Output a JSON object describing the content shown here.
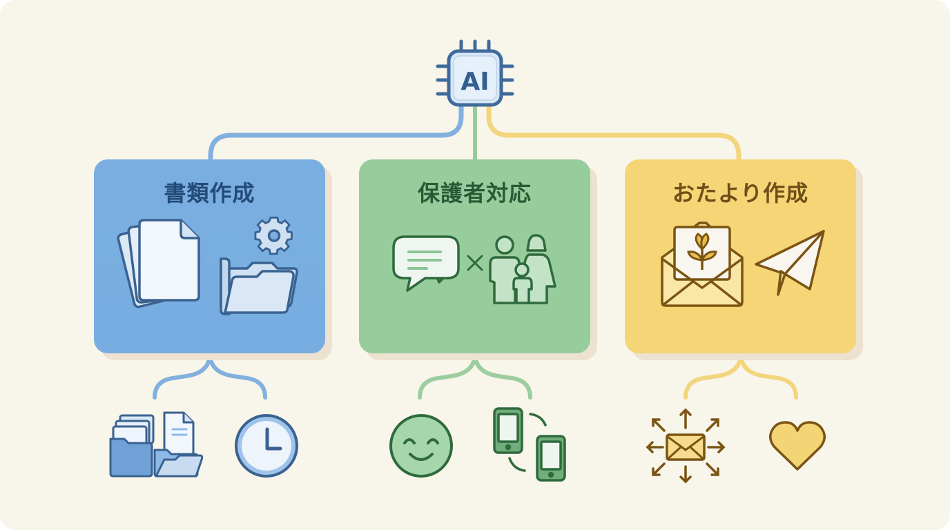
{
  "diagram": {
    "center": {
      "label": "AI",
      "icon": "ai-chip-icon"
    },
    "branches": [
      {
        "title": "書類作成",
        "color": "#7aaee0",
        "text_color": "#234b78",
        "main_icons": [
          "document-stack-icon",
          "folder-gear-icon"
        ],
        "sub_icons": [
          "file-folders-icon",
          "clock-icon"
        ]
      },
      {
        "title": "保護者対応",
        "color": "#97cc9c",
        "text_color": "#2a5a35",
        "main_icons": [
          "chat-bubble-icon",
          "times-icon",
          "family-icon"
        ],
        "main_connector": "×",
        "sub_icons": [
          "smile-face-icon",
          "phone-sync-icon"
        ]
      },
      {
        "title": "おたより作成",
        "color": "#f5d576",
        "text_color": "#6e4f17",
        "main_icons": [
          "envelope-letter-icon",
          "paper-plane-icon"
        ],
        "sub_icons": [
          "mail-broadcast-icon",
          "heart-icon"
        ]
      }
    ],
    "colors": {
      "background": "#f8f5ea",
      "chip_stroke": "#3f6b9c",
      "chip_fill": "#d8e7f6"
    }
  }
}
